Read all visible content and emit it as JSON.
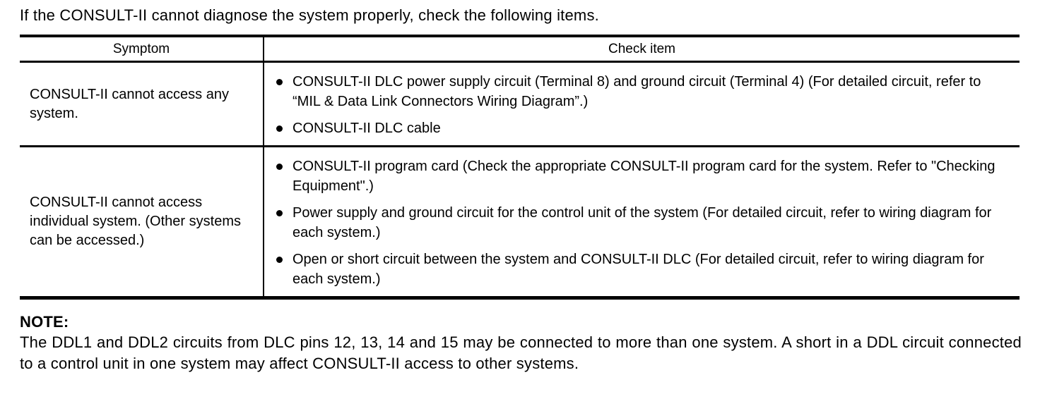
{
  "intro": "If the CONSULT-II cannot diagnose the system properly, check the following items.",
  "table": {
    "headers": [
      "Symptom",
      "Check item"
    ],
    "rows": [
      {
        "symptom": "CONSULT-II cannot access any system.",
        "items": [
          "CONSULT-II DLC power supply circuit (Terminal 8) and ground circuit (Terminal 4) (For detailed circuit, refer to “MIL & Data Link Connectors Wiring Diagram”.)",
          "CONSULT-II DLC cable"
        ]
      },
      {
        "symptom": "CONSULT-II cannot access individual system. (Other systems can be accessed.)",
        "items": [
          "CONSULT-II program card (Check the appropriate CONSULT-II program card for the system. Refer to \"Checking Equipment\".)",
          "Power supply and ground circuit for the control unit of the system (For detailed circuit, refer to wiring diagram for each system.)",
          "Open or short circuit between the system and CONSULT-II DLC (For detailed circuit, refer to wiring diagram for each system.)"
        ]
      }
    ]
  },
  "note": {
    "label": "NOTE:",
    "text": "The DDL1 and DDL2 circuits from DLC pins 12, 13, 14 and 15 may be connected to more than one system. A short in a DDL circuit connected to a control unit in one system may affect CONSULT-II access to other systems."
  }
}
